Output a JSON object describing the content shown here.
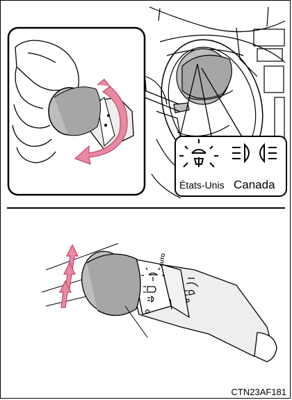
{
  "legend": {
    "us_label": "États-Unis",
    "canada_label": "Canada",
    "us_icon": "headlight-sun-icon",
    "canada_icon": "headlight-beam-icon"
  },
  "switch": {
    "auto_label": "AUTO"
  },
  "figure_code": "CTN23AF181",
  "colors": {
    "arrow": "#e88aa2",
    "arrow_outline": "#c2446a",
    "knob": "#bdbdbd",
    "stalk": "#eeeeee",
    "line": "#000000"
  }
}
